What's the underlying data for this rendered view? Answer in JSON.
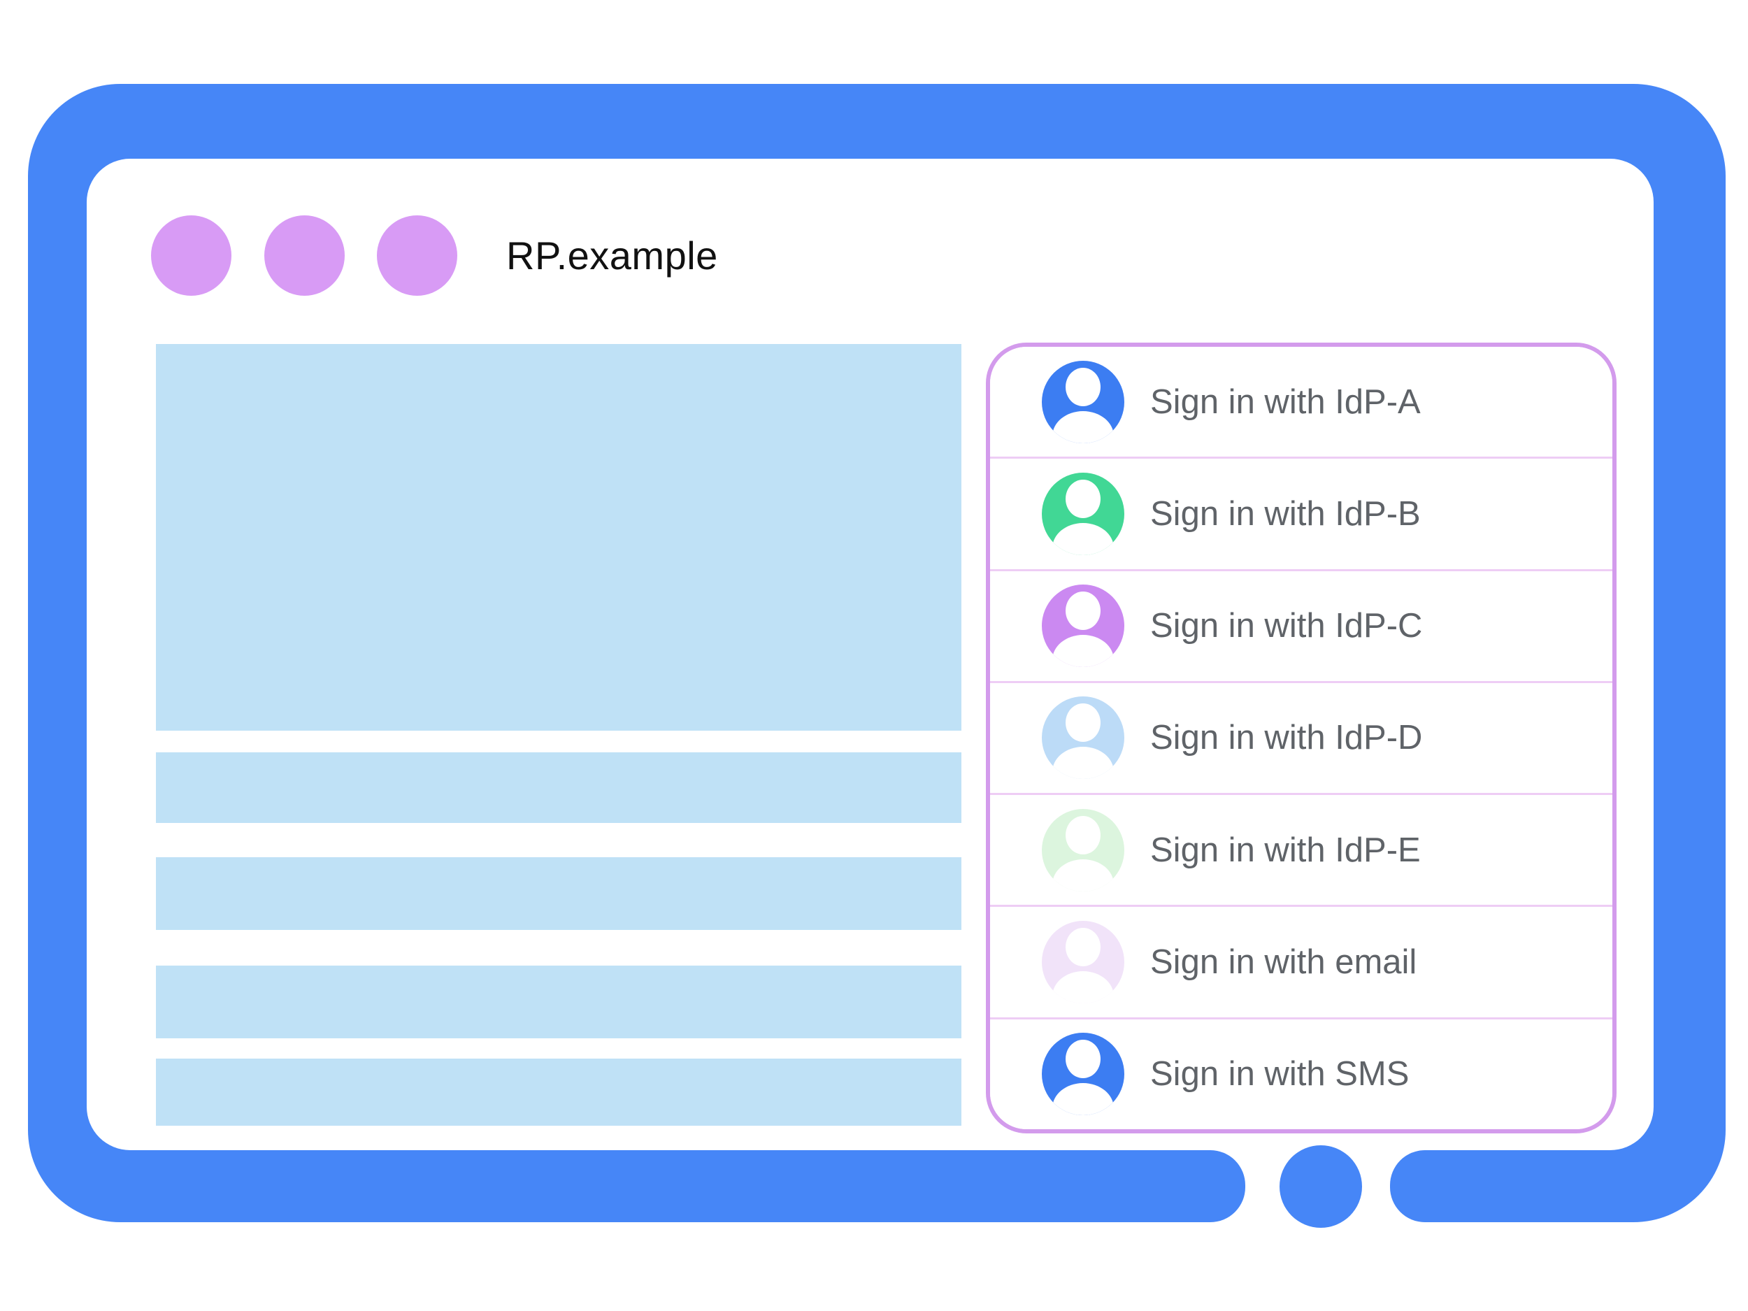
{
  "window": {
    "site_label": "RP.example",
    "control_dots": [
      {
        "id": "dot-1"
      },
      {
        "id": "dot-2"
      },
      {
        "id": "dot-3"
      }
    ]
  },
  "signin_panel": {
    "options": [
      {
        "label": "Sign in with IdP-A",
        "avatar_icon": "person-icon",
        "avatar_color": "#3C7DF2"
      },
      {
        "label": "Sign in with IdP-B",
        "avatar_icon": "person-icon",
        "avatar_color": "#41D795"
      },
      {
        "label": "Sign in with IdP-C",
        "avatar_icon": "person-icon",
        "avatar_color": "#CB89F1"
      },
      {
        "label": "Sign in with IdP-D",
        "avatar_icon": "person-icon",
        "avatar_color": "#BCDBF7"
      },
      {
        "label": "Sign in with IdP-E",
        "avatar_icon": "person-icon",
        "avatar_color": "#DCF5DE"
      },
      {
        "label": "Sign in with email",
        "avatar_icon": "person-icon",
        "avatar_color": "#F1E3F9"
      },
      {
        "label": "Sign in with SMS",
        "avatar_icon": "person-icon",
        "avatar_color": "#3C7DF2"
      }
    ]
  },
  "colors": {
    "frame": "#4686F7",
    "window_dot": "#D89BF5",
    "skeleton": "#BFE1F6",
    "panel_border": "#D39BEC",
    "row_divider": "#EECDF5",
    "label_text": "#5F6368",
    "title_text": "#111111"
  }
}
